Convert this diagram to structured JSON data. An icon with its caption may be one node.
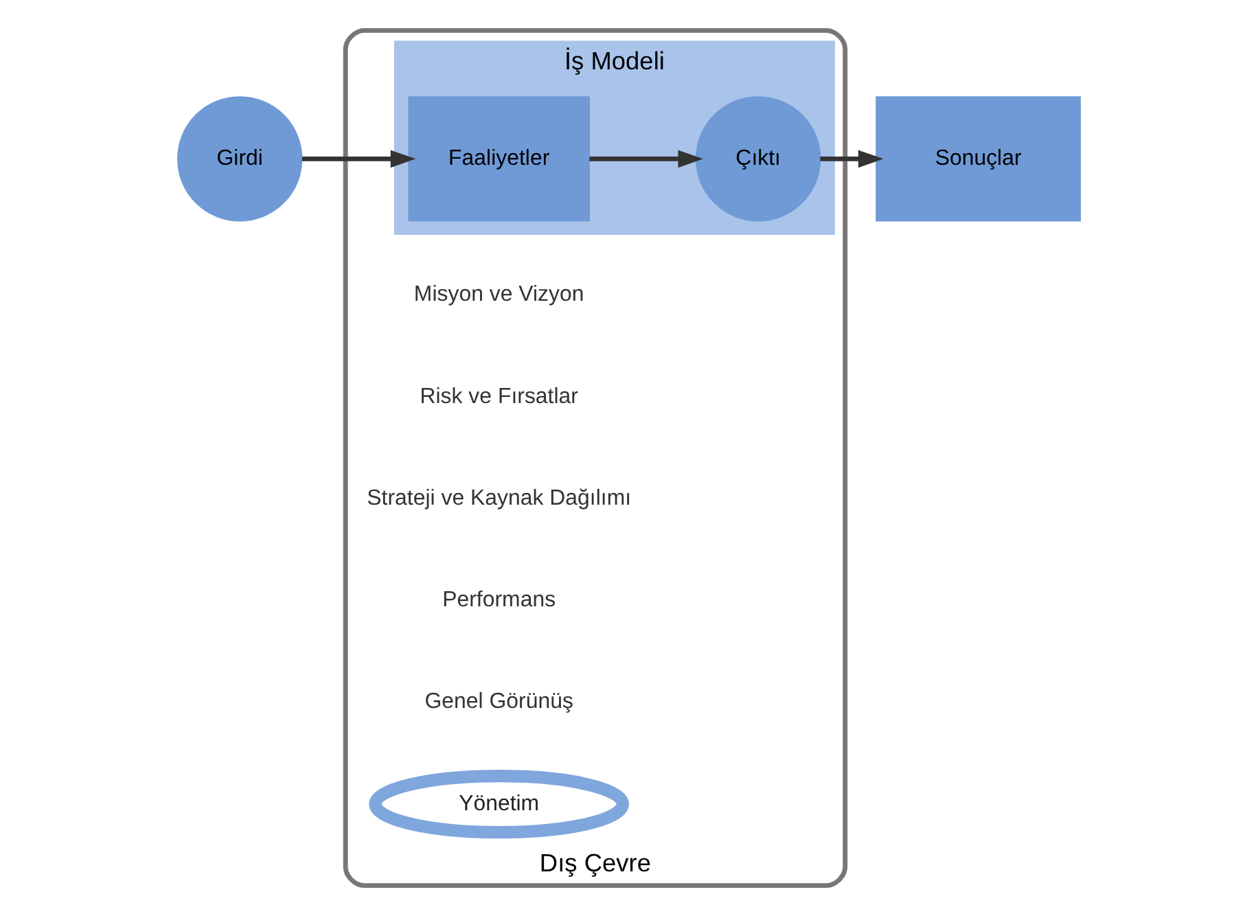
{
  "diagram": {
    "nodes": [
      {
        "text": [
          "Dış Çevre"
        ]
      },
      {
        "text": [
          "Yönetim"
        ],
        "in": 0
      },
      {
        "text": [
          "İş Modeli"
        ],
        "in": 0
      },
      {
        "text": [
          "Girdi"
        ]
      },
      {
        "text": [
          "Faaliyetler"
        ],
        "in": 2
      },
      {
        "text": [
          "Çıktı"
        ],
        "in": 2
      },
      {
        "text": [
          "Sonuçlar"
        ]
      }
    ],
    "edges": [
      {
        "from": 3,
        "to": 4,
        "arrow": "to"
      },
      {
        "from": 4,
        "to": 5,
        "arrow": "to"
      },
      {
        "from": 5,
        "to": 6,
        "arrow": "to"
      }
    ],
    "labels": [
      "Misyon ve Vizyon",
      "Risk ve Fırsatlar",
      "Strateji ve Kaynak Dağılımı",
      "Performans",
      "Genel Görünüş"
    ]
  }
}
